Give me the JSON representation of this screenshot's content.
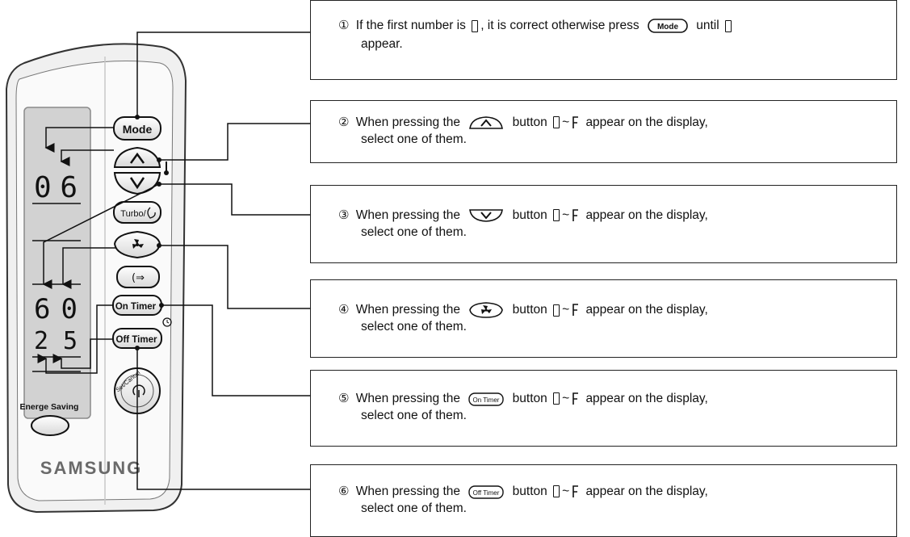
{
  "remote": {
    "brand": "SAMSUNG",
    "buttons": {
      "mode": "Mode",
      "turbo": "Turbo/",
      "on_timer": "On Timer",
      "off_timer": "Off Timer",
      "set_cancel": "Set/Cancel",
      "energe_saving": "Energe Saving"
    },
    "display": {
      "top_digits": "06",
      "mid_digits": "60",
      "bottom_digits": "25"
    }
  },
  "steps": [
    {
      "num": "①",
      "pre": "If the first number is",
      "mid": ", it is correct otherwise press",
      "button": "Mode",
      "post": "until",
      "line2": "appear."
    },
    {
      "num": "②",
      "pre": "When pressing the",
      "post": "button",
      "tail": "appear on the display,",
      "line2": "select one of them."
    },
    {
      "num": "③",
      "pre": "When pressing the",
      "post": "button",
      "tail": "appear on the display,",
      "line2": "select one of them."
    },
    {
      "num": "④",
      "pre": "When pressing the",
      "post": "button",
      "tail": "appear on the display,",
      "line2": "select one of them."
    },
    {
      "num": "⑤",
      "pre": "When pressing the",
      "button": "On Timer",
      "post": "button",
      "tail": "appear on the display,",
      "line2": "select one of them."
    },
    {
      "num": "⑥",
      "pre": "When pressing the",
      "button": "Off Timer",
      "post": "button",
      "tail": "appear on the display,",
      "line2": "select one of them."
    }
  ]
}
